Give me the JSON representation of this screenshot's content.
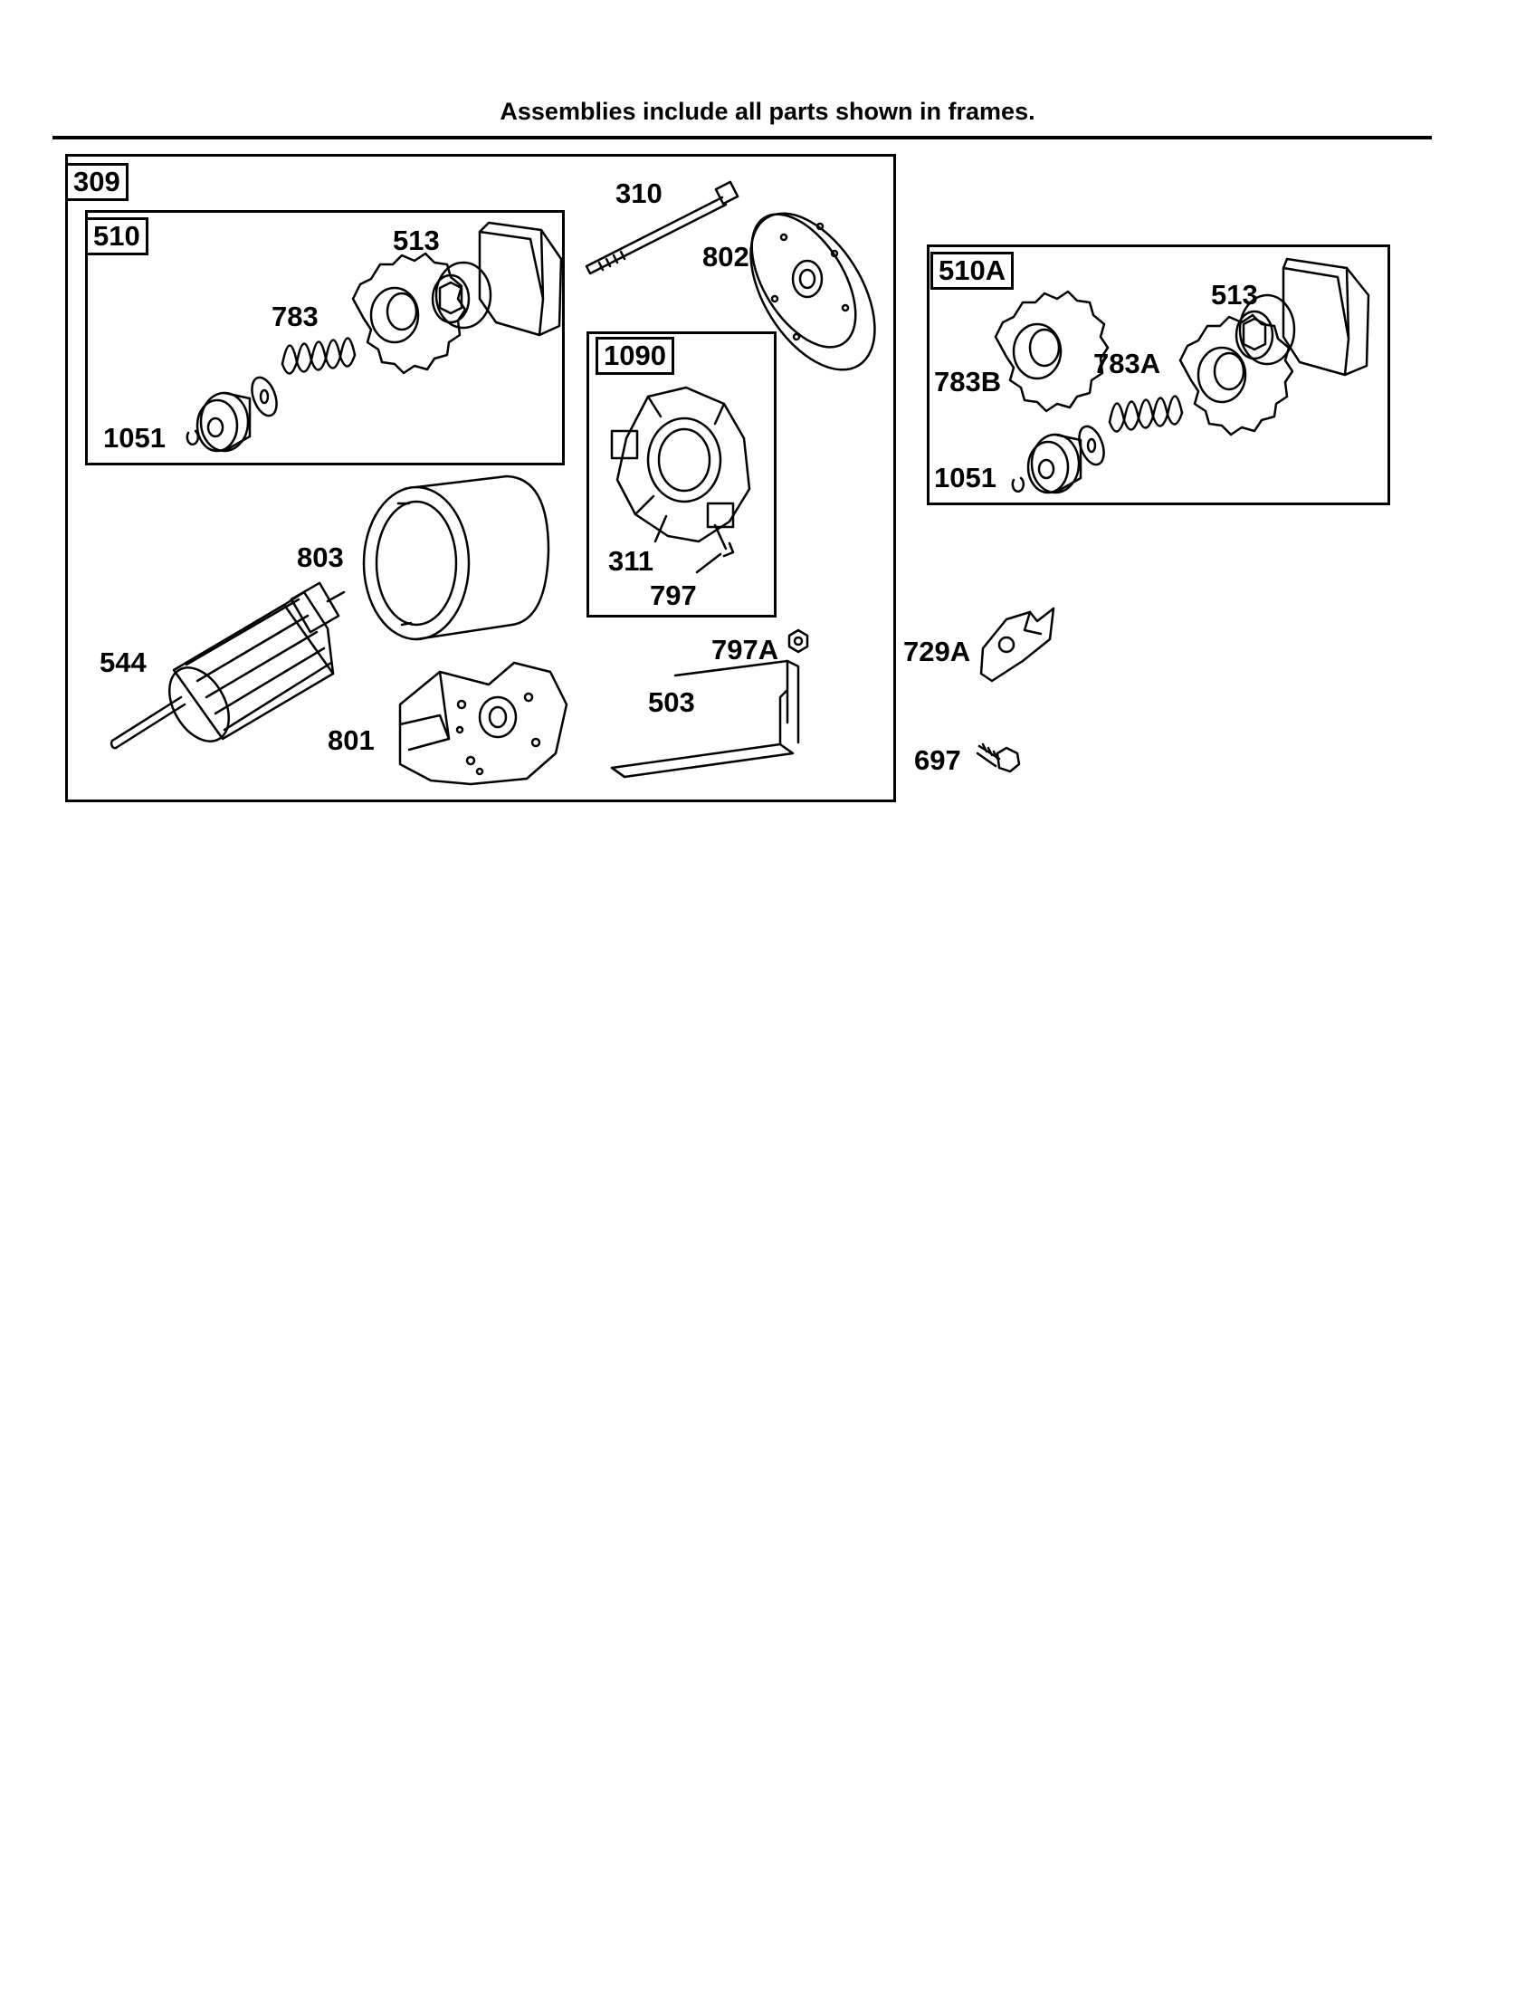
{
  "header": {
    "note": "Assemblies include all parts shown in frames."
  },
  "frames": {
    "f309": "309",
    "f510": "510",
    "f1090": "1090",
    "f510a": "510A"
  },
  "parts": {
    "p310": "310",
    "p802": "802",
    "p513_left": "513",
    "p783": "783",
    "p1051_left": "1051",
    "p311": "311",
    "p797": "797",
    "p803": "803",
    "p544": "544",
    "p801": "801",
    "p797a": "797A",
    "p503": "503",
    "p513_right": "513",
    "p783b": "783B",
    "p783a": "783A",
    "p1051_right": "1051",
    "p729a": "729A",
    "p697": "697"
  },
  "colors": {
    "ink": "#000000",
    "paper": "#ffffff"
  }
}
